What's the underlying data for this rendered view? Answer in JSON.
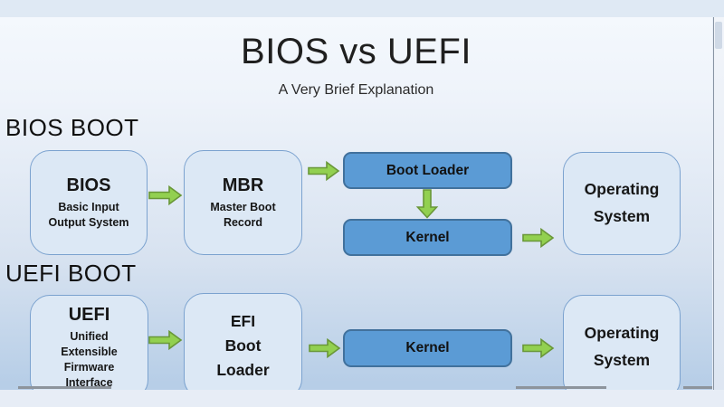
{
  "slide": {
    "title": "BIOS vs UEFI",
    "subtitle": "A Very Brief Explanation"
  },
  "bios_flow": {
    "heading": "BIOS BOOT",
    "bios_title": "BIOS",
    "bios_subtitle": "Basic Input Output System",
    "mbr_title": "MBR",
    "mbr_subtitle": "Master Boot Record",
    "boot_loader_label": "Boot Loader",
    "kernel_label": "Kernel",
    "os_label": "Operating System"
  },
  "uefi_flow": {
    "heading": "UEFI BOOT",
    "uefi_title": "UEFI",
    "uefi_subtitle": "Unified Extensible Firmware Interface",
    "efi_boot_loader_label": "EFI Boot Loader",
    "kernel_label": "Kernel",
    "os_label": "Operating System"
  },
  "colors": {
    "light_box_fill": "#dce8f5",
    "light_box_border": "#7ba2cf",
    "dark_box_fill": "#5b9bd5",
    "dark_box_border": "#41719c",
    "arrow_fill": "#92d050",
    "arrow_border": "#699738",
    "background_top": "#f4f8fd",
    "background_bottom": "#b7cee7"
  }
}
